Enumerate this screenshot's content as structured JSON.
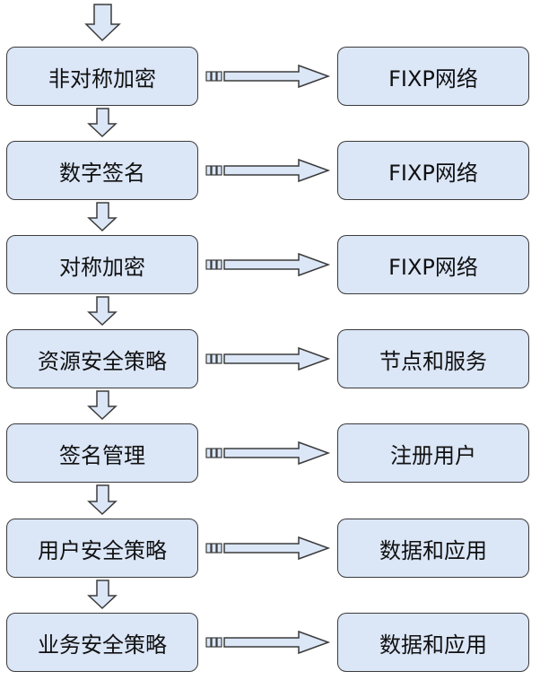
{
  "diagram": {
    "steps": [
      {
        "label": "非对称加密",
        "target": "FIXP网络"
      },
      {
        "label": "数字签名",
        "target": "FIXP网络"
      },
      {
        "label": "对称加密",
        "target": "FIXP网络"
      },
      {
        "label": "资源安全策略",
        "target": "节点和服务"
      },
      {
        "label": "签名管理",
        "target": "注册用户"
      },
      {
        "label": "用户安全策略",
        "target": "数据和应用"
      },
      {
        "label": "业务安全策略",
        "target": "数据和应用"
      }
    ],
    "colors": {
      "box_fill": "#dbe6f7",
      "box_border": "#3b3b3b",
      "arrow_fill": "#dbe6f7",
      "arrow_stroke": "#3b3b3b"
    }
  }
}
